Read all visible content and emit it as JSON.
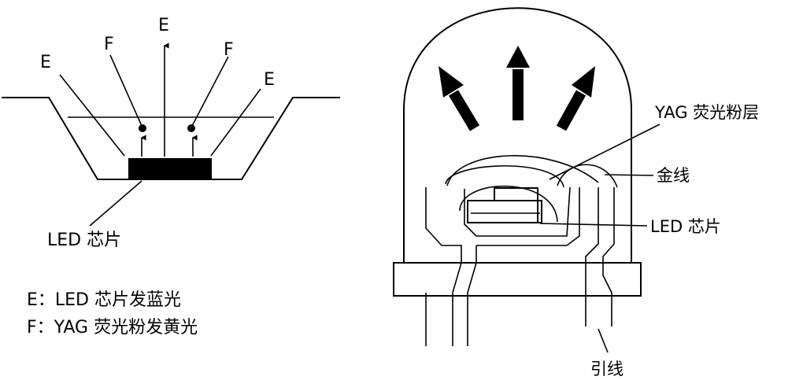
{
  "left": {
    "ray_labels": {
      "e_left": "E",
      "f_left": "F",
      "e_top": "E",
      "f_right": "F",
      "e_right": "E"
    },
    "chip_label": "LED 芯片",
    "legend": [
      "E：LED 芯片发蓝光",
      "F：YAG 荧光粉发黄光"
    ]
  },
  "right": {
    "phosphor_label": "YAG 荧光粉层",
    "gold_wire_label": "金线",
    "chip_label": "LED 芯片",
    "lead_label": "引线"
  }
}
